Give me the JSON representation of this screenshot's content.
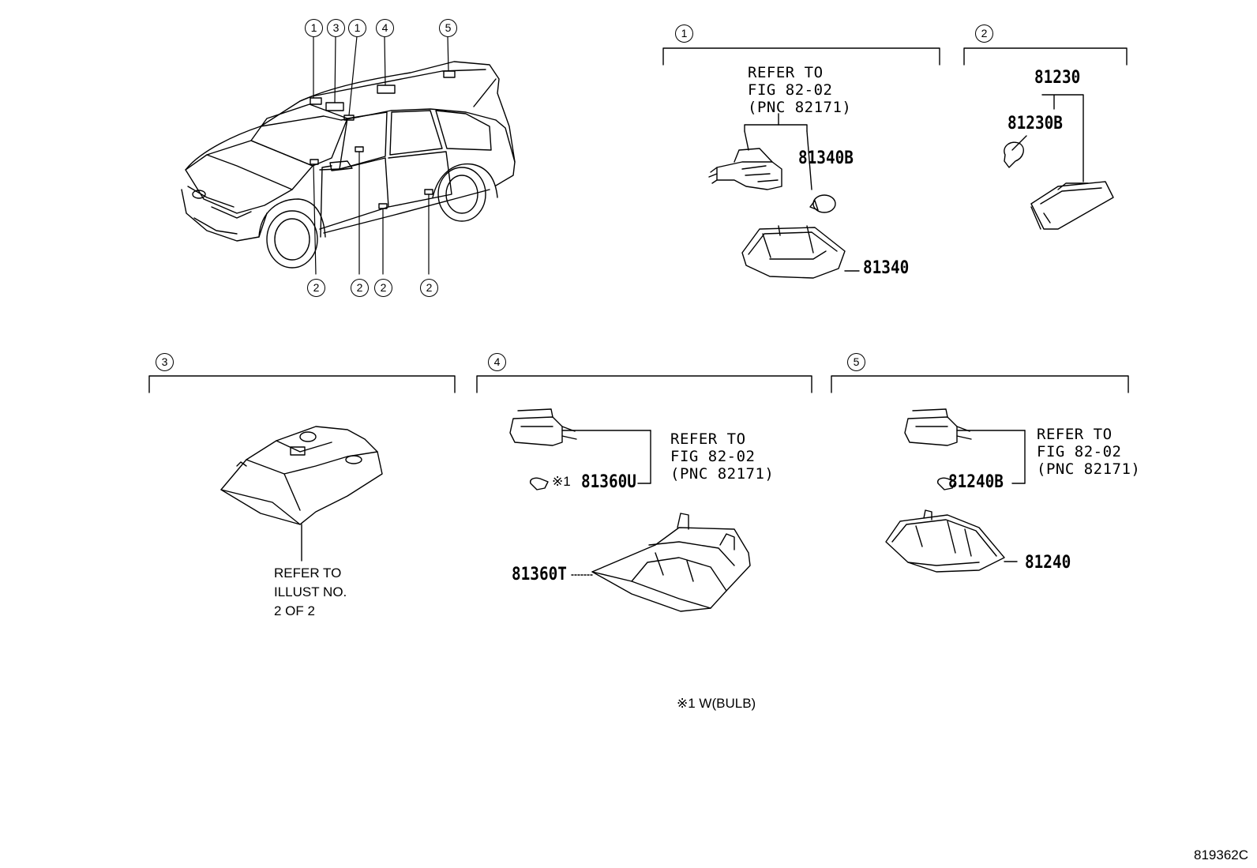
{
  "figure_code": "819362C",
  "footnote": "※1 W(BULB)",
  "callouts": {
    "top": [
      "1",
      "3",
      "1",
      "4",
      "5"
    ],
    "bottom": [
      "2",
      "2",
      "2",
      "2"
    ]
  },
  "sections": [
    {
      "number": "1",
      "ref_lines": [
        "REFER TO",
        "FIG 82-02",
        "(PNC 82171)"
      ],
      "parts": [
        "81340B",
        "81340"
      ]
    },
    {
      "number": "2",
      "parts": [
        "81230",
        "81230B"
      ]
    },
    {
      "number": "3",
      "ref_lines": [
        "REFER TO",
        "ILLUST NO.",
        "2 OF 2"
      ]
    },
    {
      "number": "4",
      "ref_lines": [
        "REFER TO",
        "FIG 82-02",
        "(PNC 82171)"
      ],
      "mark": "※1",
      "parts": [
        "81360U",
        "81360T"
      ]
    },
    {
      "number": "5",
      "ref_lines": [
        "REFER TO",
        "FIG 82-02",
        "(PNC 82171)"
      ],
      "parts": [
        "81240B",
        "81240"
      ]
    }
  ]
}
